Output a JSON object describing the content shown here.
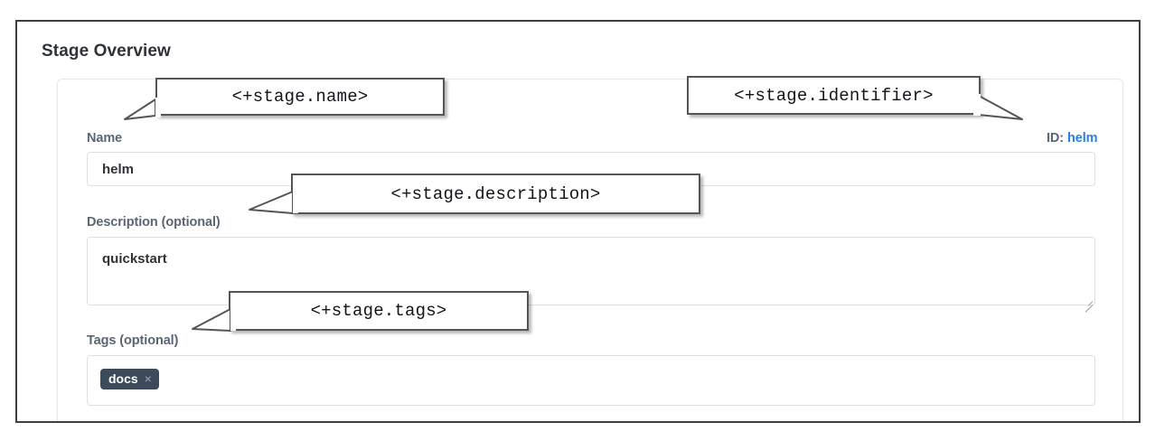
{
  "section": {
    "title": "Stage Overview"
  },
  "form": {
    "name": {
      "label": "Name",
      "value": "helm",
      "placeholder": ""
    },
    "description": {
      "label": "Description (optional)",
      "value": "quickstart",
      "placeholder": ""
    },
    "tags": {
      "label": "Tags (optional)",
      "chips": [
        {
          "label": "docs",
          "remove_glyph": "×"
        }
      ]
    },
    "identifier": {
      "key": "ID:",
      "value": "helm"
    }
  },
  "annotations": [
    {
      "text": "<+stage.name>",
      "target": "name-label"
    },
    {
      "text": "<+stage.identifier>",
      "target": "id-line"
    },
    {
      "text": "<+stage.description>",
      "target": "description-label"
    },
    {
      "text": "<+stage.tags>",
      "target": "tags-label"
    }
  ],
  "colors": {
    "label": "#5b6673",
    "value": "#2f3338",
    "link": "#2f7de1",
    "chip_bg": "#3c4a5a",
    "chip_text": "#ffffff",
    "chip_x": "#9aa6b2",
    "input_border": "#dde0e4",
    "card_border": "#e6e8ea",
    "frame_border": "#3f3f3f",
    "callout_border": "#555555",
    "background": "#ffffff"
  }
}
